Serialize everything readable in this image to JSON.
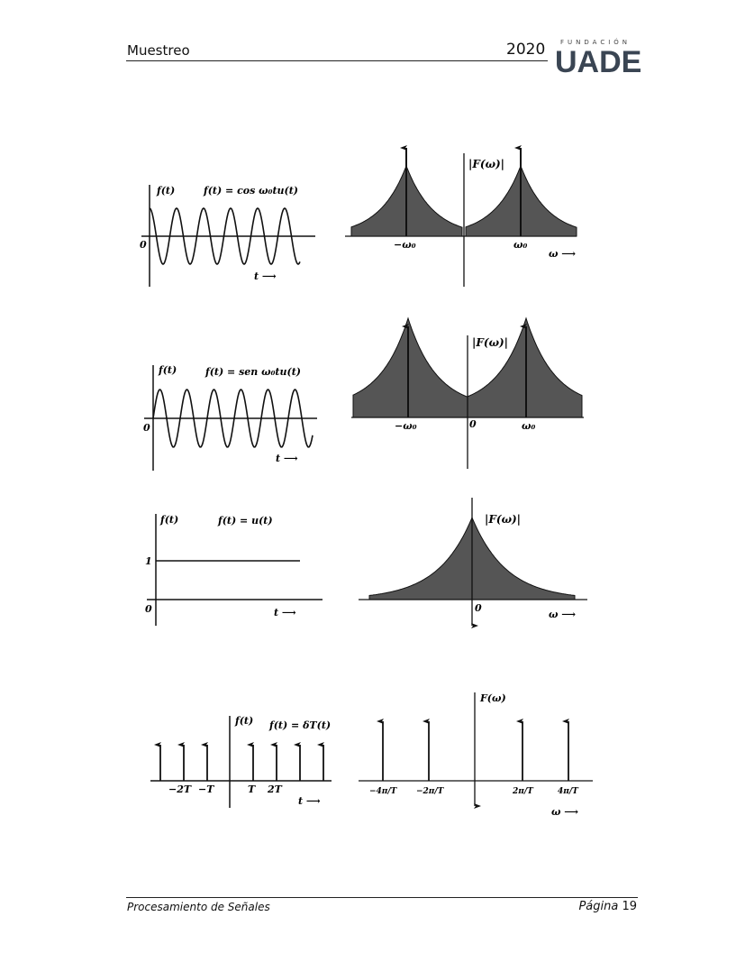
{
  "header": {
    "section": "Muestreo",
    "year": "2020",
    "logo_small": "FUNDACIÓN",
    "logo_big": "UADE"
  },
  "footer": {
    "course": "Procesamiento de Señales",
    "page_word": "Página",
    "page_number": "19"
  },
  "figures": {
    "row1": {
      "f_label": "f(t)",
      "formula": "f(t) = cos ω₀tu(t)",
      "zero": "0",
      "t_axis": "t ⟶",
      "F_label": "|F(ω)|",
      "neg_w0": "−ω₀",
      "pos_w0": "ω₀",
      "w_axis": "ω ⟶"
    },
    "row2": {
      "f_label": "f(t)",
      "formula": "f(t) = sen ω₀tu(t)",
      "zero": "0",
      "t_axis": "t ⟶",
      "F_label": "|F(ω)|",
      "neg_w0": "−ω₀",
      "origin": "0",
      "pos_w0": "ω₀"
    },
    "row3": {
      "f_label": "f(t)",
      "formula": "f(t) = u(t)",
      "one": "1",
      "zero": "0",
      "t_axis": "t ⟶",
      "F_label": "|F(ω)|",
      "origin": "0",
      "w_axis": "ω ⟶"
    },
    "row4": {
      "f_label": "f(t)",
      "formula": "f(t) = δT(t)",
      "ticks_t": [
        "−2T",
        "−T",
        "T",
        "2T"
      ],
      "t_axis": "t ⟶",
      "F_label": "F(ω)",
      "ticks_w": [
        "−4π/T",
        "−2π/T",
        "2π/T",
        "4π/T"
      ],
      "w_axis": "ω ⟶"
    }
  }
}
